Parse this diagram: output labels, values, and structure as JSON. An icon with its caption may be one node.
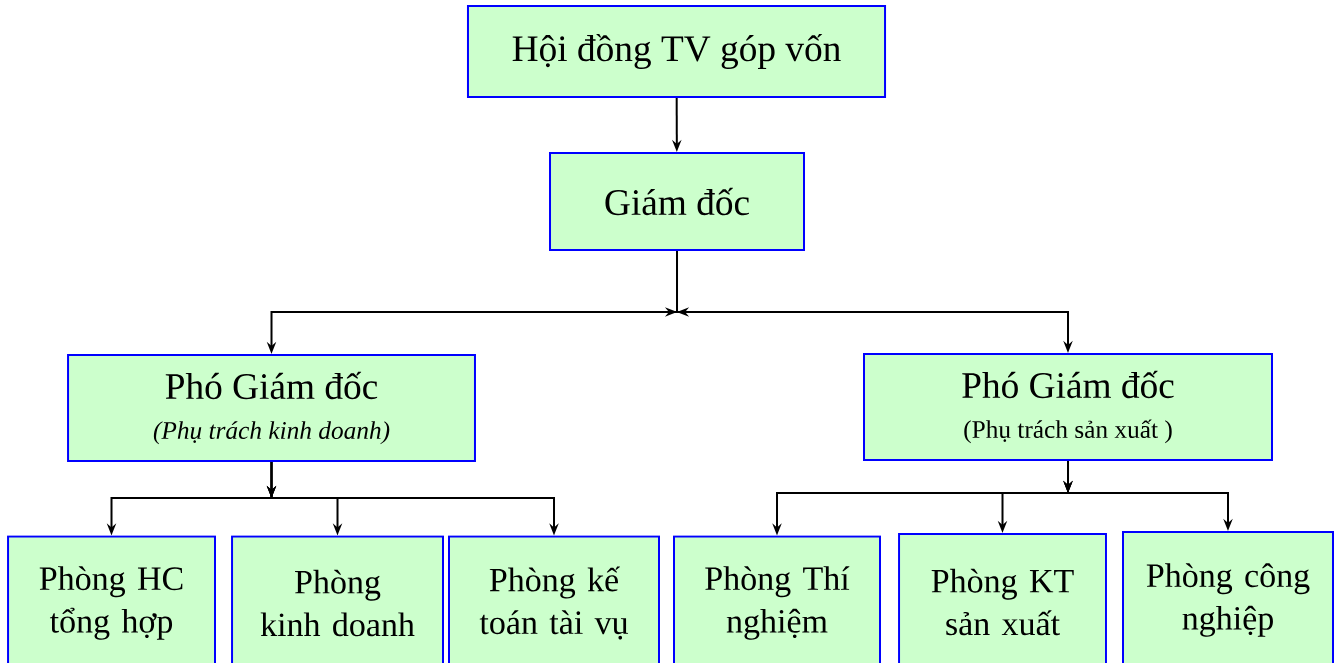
{
  "diagram": {
    "nodes": [
      {
        "text": [
          "Hội đồng TV góp vốn"
        ]
      },
      {
        "text": [
          "Giám đốc"
        ]
      },
      {
        "text": [
          "Phó Giám đốc",
          "*(Phụ trách kinh doanh)*"
        ]
      },
      {
        "text": [
          "Phó Giám đốc",
          "(Phụ trách sản xuất )"
        ]
      },
      {
        "text": [
          "Phòng HC tổng hợp"
        ]
      },
      {
        "text": [
          "Phòng kinh doanh"
        ]
      },
      {
        "text": [
          "Phòng kế toán tài vụ"
        ]
      },
      {
        "text": [
          "Phòng Thí nghiệm"
        ]
      },
      {
        "text": [
          "Phòng KT sản xuất"
        ]
      },
      {
        "text": [
          "Phòng công nghiệp"
        ]
      }
    ],
    "edges": [
      {
        "from": 0,
        "to": 1,
        "arrow": "to"
      },
      {
        "from": 1,
        "to": 2,
        "arrow": "to"
      },
      {
        "from": 1,
        "to": 3,
        "arrow": "to"
      },
      {
        "from": 2,
        "to": 4,
        "arrow": "to"
      },
      {
        "from": 2,
        "to": 5,
        "arrow": "to"
      },
      {
        "from": 2,
        "to": 6,
        "arrow": "to"
      },
      {
        "from": 3,
        "to": 7,
        "arrow": "to"
      },
      {
        "from": 3,
        "to": 8,
        "arrow": "to"
      },
      {
        "from": 3,
        "to": 9,
        "arrow": "to"
      }
    ]
  }
}
